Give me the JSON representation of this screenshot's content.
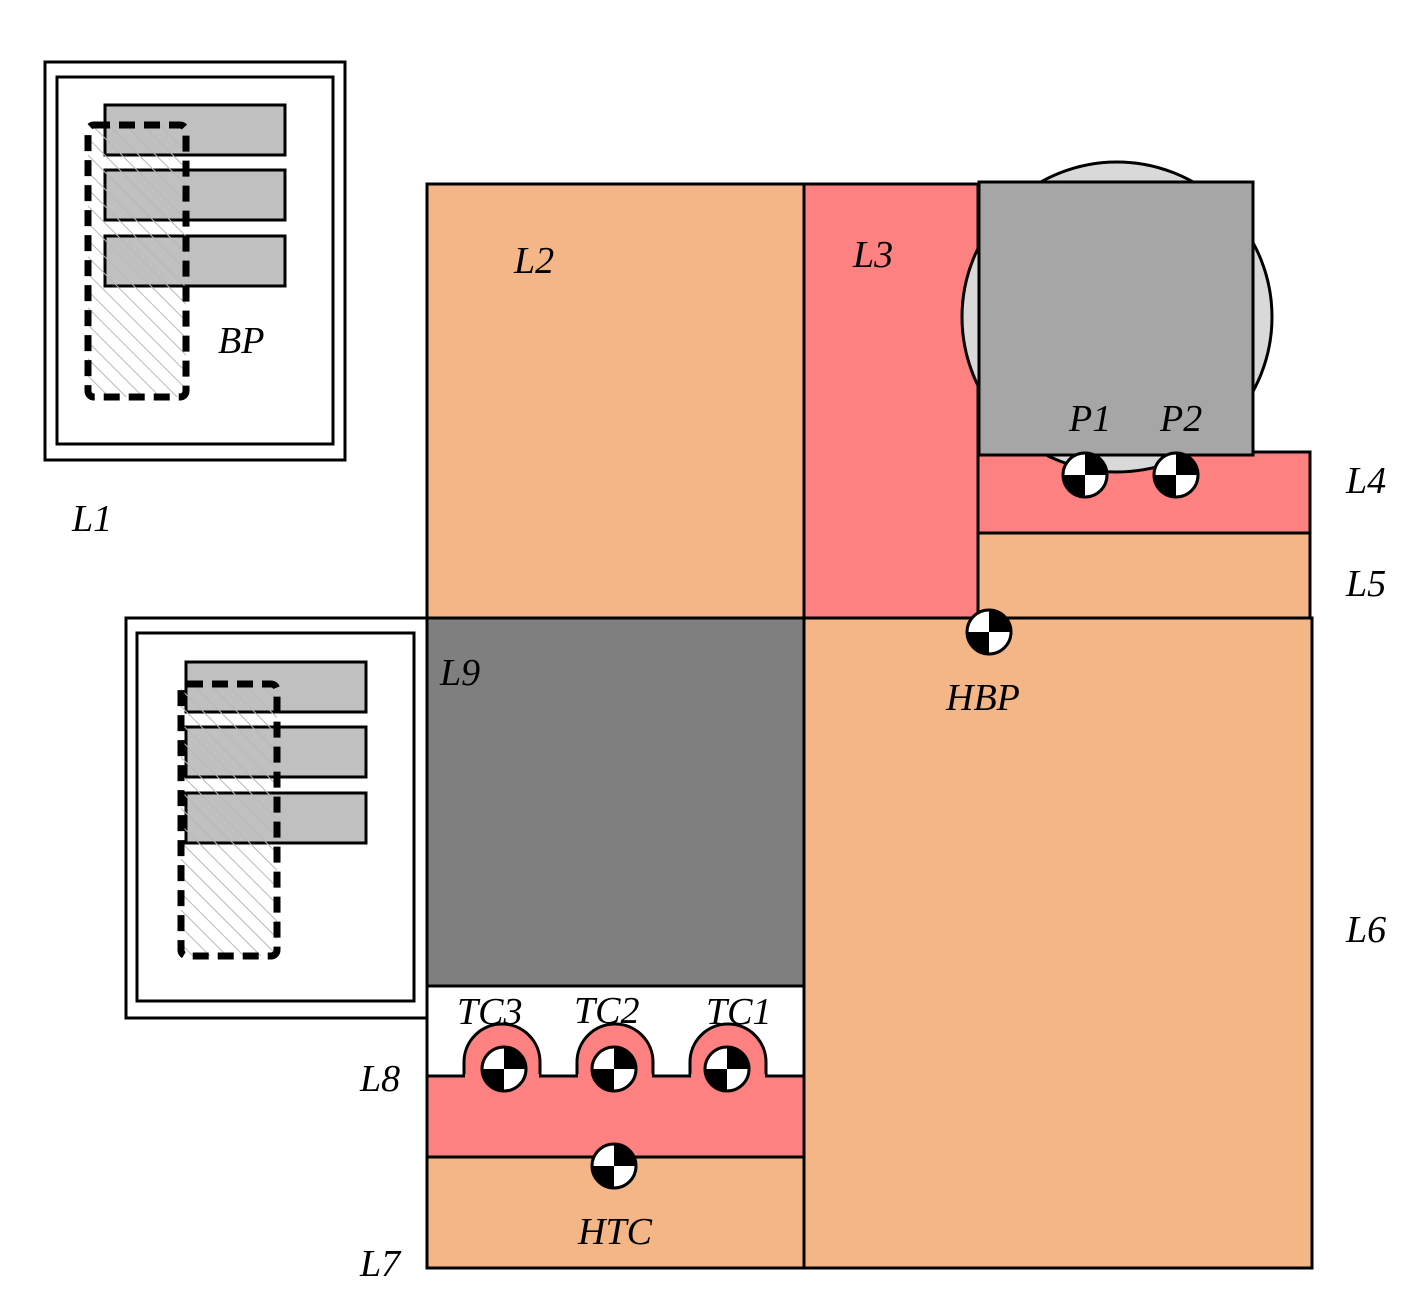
{
  "colors": {
    "peach": "#f4b686",
    "salmon": "#fd8181",
    "dark_gray": "#7f7f7f",
    "mid_gray": "#a6a6a6",
    "light_gray": "#c0c0c0",
    "circle_gray": "#d9d9d9",
    "outline": "#000000"
  },
  "labels": {
    "L1": "L1",
    "L2": "L2",
    "L3": "L3",
    "L4": "L4",
    "L5": "L5",
    "L6": "L6",
    "L7": "L7",
    "L8": "L8",
    "L9": "L9",
    "BP": "BP",
    "P1": "P1",
    "P2": "P2",
    "HBP": "HBP",
    "TC1": "TC1",
    "TC2": "TC2",
    "TC3": "TC3",
    "HTC": "HTC"
  },
  "icons": {
    "center_of_mass": "center-of-mass-icon"
  }
}
